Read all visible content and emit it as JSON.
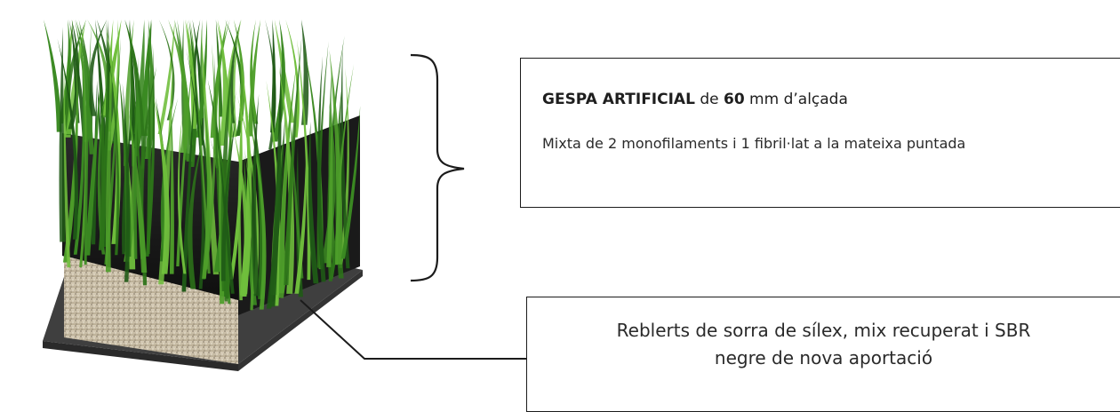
{
  "grass_box": {
    "line1": {
      "part1_bold": "GESPA ARTIFICIAL",
      "part2": " de ",
      "part3_bold": "60",
      "part4": " mm d’alçada"
    },
    "line2": "Mixta de 2 monofilaments i 1 fibril·lat a la mateixa puntada"
  },
  "infill_box": {
    "line1": "Reblerts de sorra de sílex, mix recuperat i SBR",
    "line2": "negre de nova aportació"
  },
  "colors": {
    "grass_dark": "#1f5a16",
    "grass_mid": "#3b8a22",
    "grass_light": "#6fbe3c",
    "rubber": "#141414",
    "sand": "#cfc4ad",
    "base": "#4a4a4a",
    "border": "#1b1b1b"
  }
}
